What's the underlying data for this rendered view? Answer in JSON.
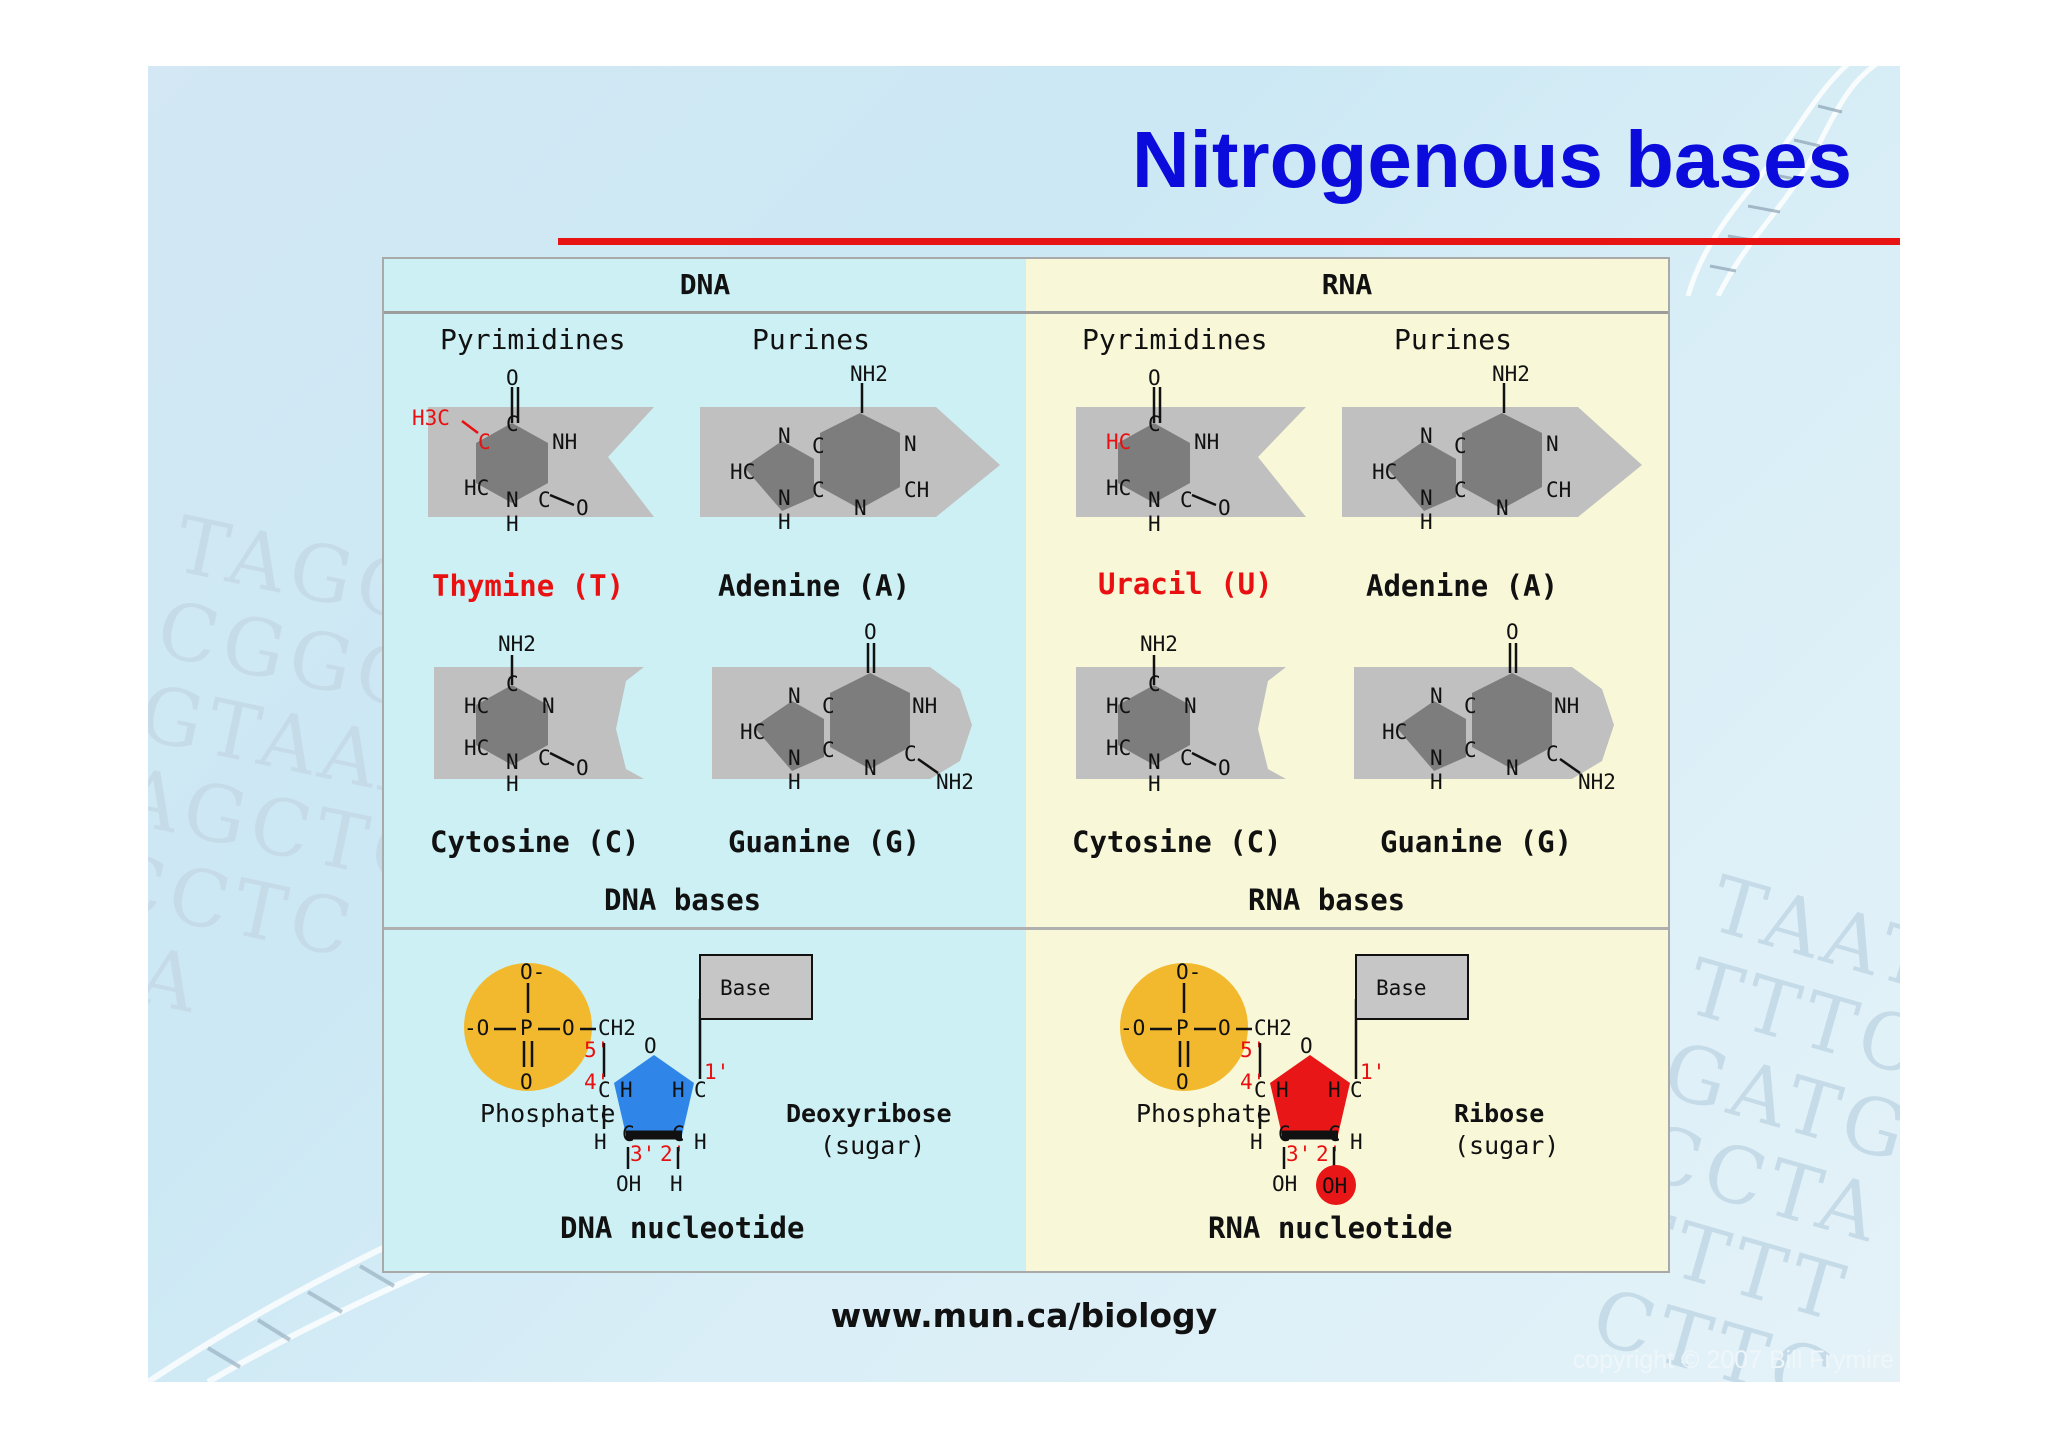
{
  "slide": {
    "title": "Nitrogenous bases",
    "source": "www.mun.ca/biology",
    "copyright": "copyright © 2007 Bill Frymire"
  },
  "dna": {
    "header": "DNA",
    "pyrimidines_label": "Pyrimidines",
    "purines_label": "Purines",
    "bases": {
      "thymine": "Thymine (T)",
      "adenine": "Adenine (A)",
      "cytosine": "Cytosine (C)",
      "guanine": "Guanine (G)"
    },
    "bases_caption": "DNA bases",
    "sugar_name": "Deoxyribose",
    "sugar_note": "(sugar)",
    "nucleotide_caption": "DNA nucleotide"
  },
  "rna": {
    "header": "RNA",
    "pyrimidines_label": "Pyrimidines",
    "purines_label": "Purines",
    "bases": {
      "uracil": "Uracil (U)",
      "adenine": "Adenine (A)",
      "cytosine": "Cytosine (C)",
      "guanine": "Guanine (G)"
    },
    "bases_caption": "RNA bases",
    "sugar_name": "Ribose",
    "sugar_note": "(sugar)",
    "nucleotide_caption": "RNA nucleotide"
  },
  "nucleotide": {
    "phosphate_label": "Phosphate",
    "base_label": "Base"
  },
  "colors": {
    "title": "#0b0bdb",
    "rule": "#e81414",
    "dna_panel": "#ccf0f4",
    "rna_panel": "#f8f8d8",
    "highlight": "#e81010",
    "phosphate": "#f2b92e",
    "deoxyribose": "#2f86e8",
    "ribose": "#e81616"
  }
}
